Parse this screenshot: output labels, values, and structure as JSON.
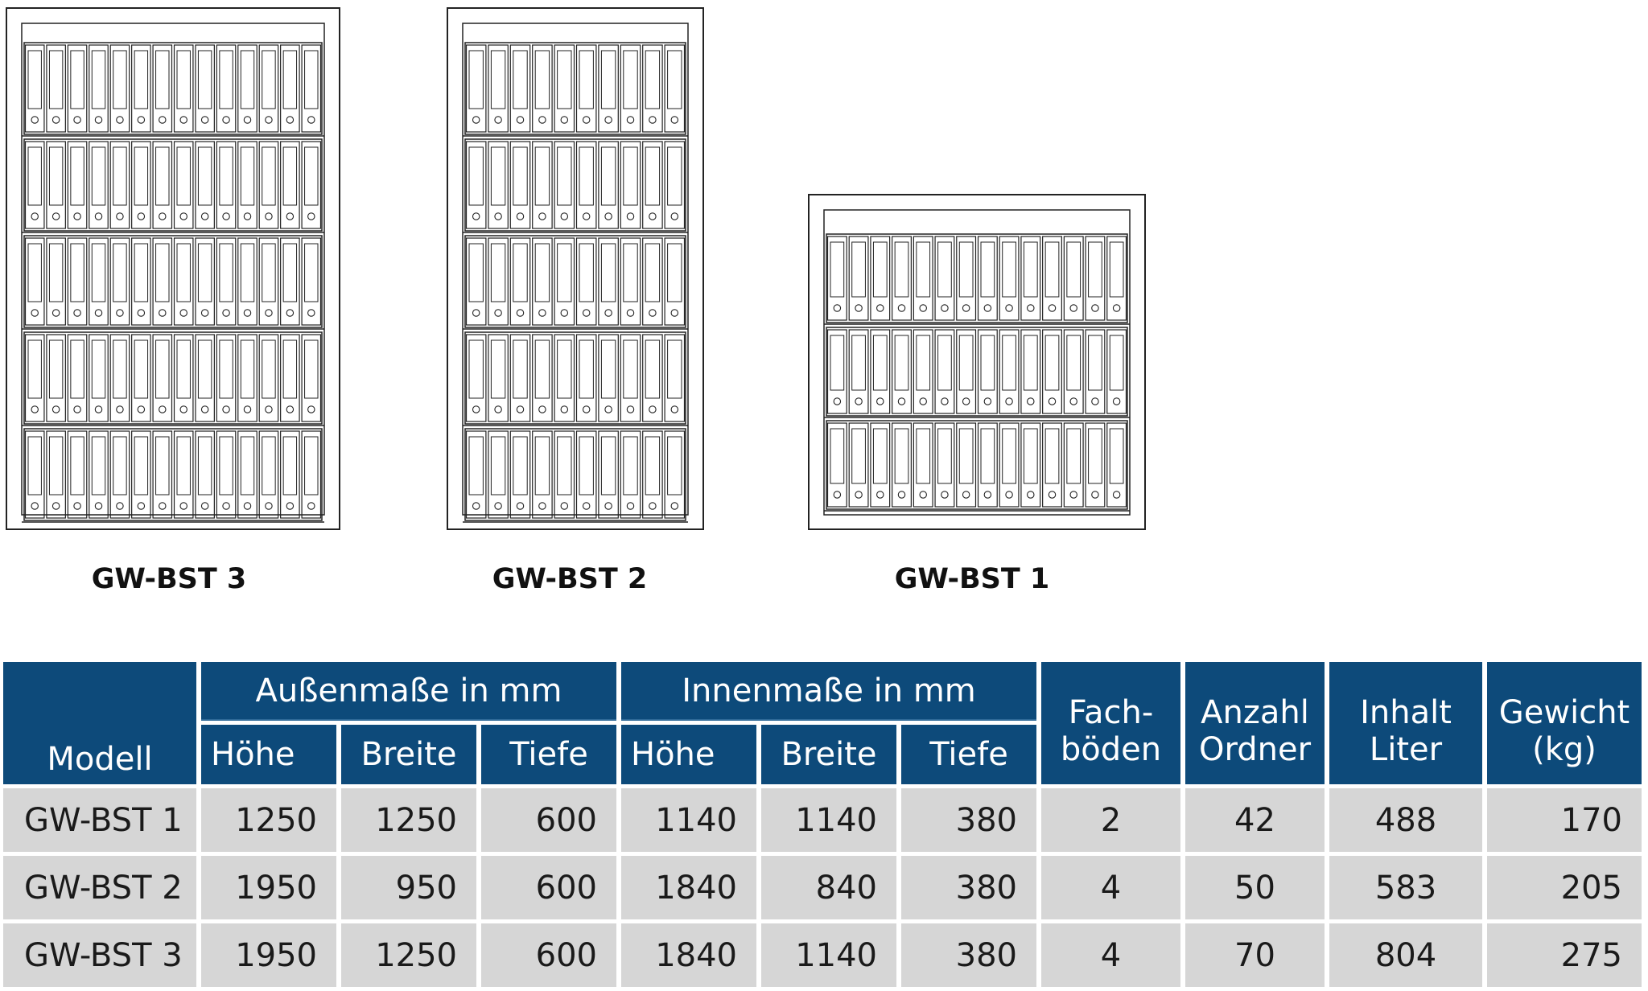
{
  "cabinets": [
    {
      "label": "GW-BST 3",
      "shelves": 5,
      "folders_per_row": 14
    },
    {
      "label": "GW-BST 2",
      "shelves": 5,
      "folders_per_row": 10
    },
    {
      "label": "GW-BST 1",
      "shelves": 3,
      "folders_per_row": 14
    }
  ],
  "table": {
    "groups": {
      "outer": "Außenmaße in mm",
      "inner": "Innenmaße in mm"
    },
    "headers": {
      "model": "Modell",
      "outer_height": "Höhe",
      "outer_width": "Breite",
      "outer_depth": "Tiefe",
      "inner_height": "Höhe",
      "inner_width": "Breite",
      "inner_depth": "Tiefe",
      "shelves_line1": "Fach-",
      "shelves_line2": "böden",
      "folders_line1": "Anzahl",
      "folders_line2": "Ordner",
      "volume_line1": "Inhalt",
      "volume_line2": "Liter",
      "weight_line1": "Gewicht",
      "weight_line2": "(kg)"
    },
    "rows": [
      [
        "GW-BST 1",
        "1250",
        "1250",
        "600",
        "1140",
        "1140",
        "380",
        "2",
        "42",
        "488",
        "170"
      ],
      [
        "GW-BST 2",
        "1950",
        "950",
        "600",
        "1840",
        "840",
        "380",
        "4",
        "50",
        "583",
        "205"
      ],
      [
        "GW-BST 3",
        "1950",
        "1250",
        "600",
        "1840",
        "1140",
        "380",
        "4",
        "70",
        "804",
        "275"
      ]
    ]
  },
  "colors": {
    "header_bg": "#0d4a7a",
    "cell_bg": "#d6d6d6",
    "line": "#222222"
  }
}
